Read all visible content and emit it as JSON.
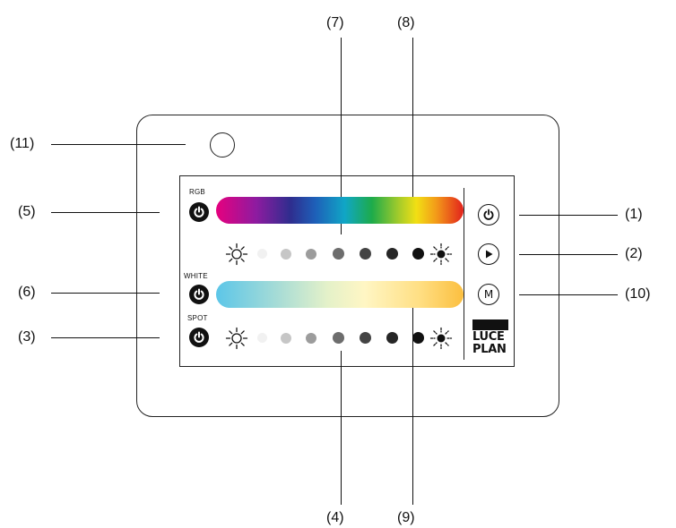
{
  "callouts": {
    "c1": "(1)",
    "c2": "(2)",
    "c3": "(3)",
    "c4": "(4)",
    "c5": "(5)",
    "c6": "(6)",
    "c7": "(7)",
    "c8": "(8)",
    "c9": "(9)",
    "c10": "(10)",
    "c11": "(11)"
  },
  "panel": {
    "rgb_label": "RGB",
    "white_label": "WHITE",
    "spot_label": "SPOT",
    "mode_label": "M"
  },
  "brand": {
    "line1": "LUCE",
    "line2": "PLAN"
  },
  "brightness_steps": 7,
  "icons": {
    "power": "power-icon",
    "play": "play-icon",
    "mode": "mode-m-icon",
    "brightness_low": "sun-outline-icon",
    "brightness_high": "sun-filled-icon"
  },
  "colors": {
    "outline": "#222222",
    "dark_button": "#111111"
  }
}
